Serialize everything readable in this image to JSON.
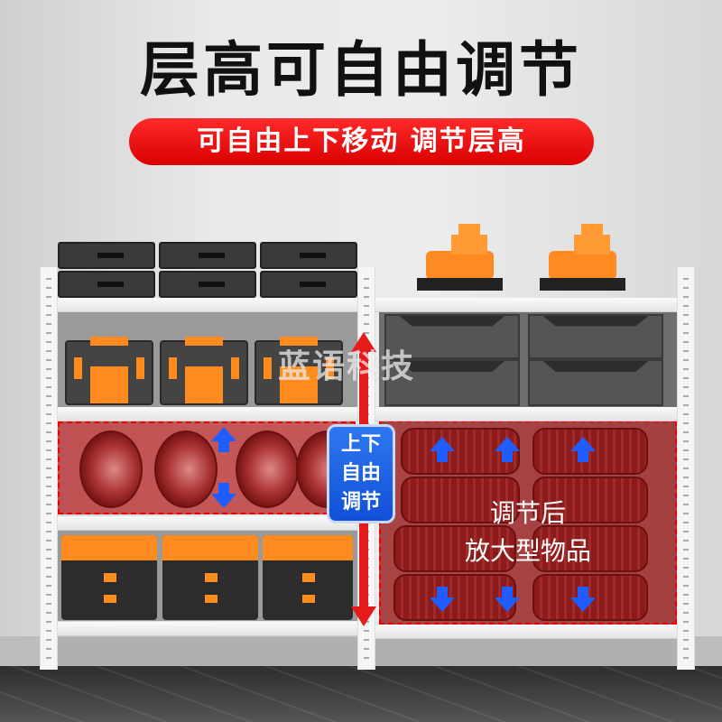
{
  "headline": "层高可自由调节",
  "subtitle_banner": "可自由上下移动  调节层高",
  "badge": {
    "lines": [
      "上下",
      "自由",
      "调节"
    ],
    "color": "#1f5dff"
  },
  "caption": {
    "line1": "调节后",
    "line2": "放大型物品"
  },
  "watermark": "蓝语科技",
  "colors": {
    "banner_red": "#e00000",
    "arrow_red": "#e51a1a",
    "arrow_blue": "#1f5dff",
    "highlight_overlay": "#a01c1c",
    "accent_orange": "#ff8a1e"
  },
  "shelf_contents": {
    "left_column": [
      "stacked tool cases",
      "orange-latch tool boxes",
      "car wheels (highlighted)",
      "orange-top tool chests"
    ],
    "right_column": [
      "orange power tools",
      "grey storage bins",
      "stacked tires (highlighted)"
    ]
  }
}
